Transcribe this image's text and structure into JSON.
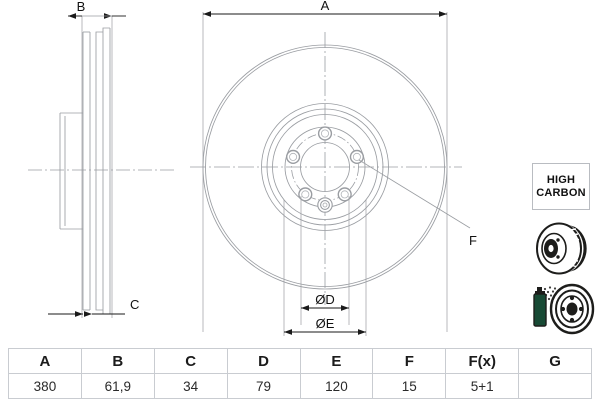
{
  "document": {
    "type": "technical-drawing",
    "subject": "brake-disc",
    "views": [
      "side-section-view",
      "front-view"
    ]
  },
  "dimensions": {
    "a_label": "A",
    "b_label": "B",
    "c_label": "C",
    "d_label": "ØD",
    "e_label": "ØE",
    "f_label": "F"
  },
  "spec_table": {
    "headers": [
      "A",
      "B",
      "C",
      "D",
      "E",
      "F",
      "F(x)",
      "G"
    ],
    "values": [
      "380",
      "61,9",
      "34",
      "79",
      "120",
      "15",
      "5+1",
      ""
    ]
  },
  "side_panel": {
    "badge": {
      "line1": "HIGH",
      "line2": "CARBON"
    },
    "icons": [
      {
        "name": "vented-disc-icon",
        "label": "vented brake disc"
      },
      {
        "name": "coated-disc-icon",
        "label": "corrosion protection coated disc"
      }
    ]
  },
  "colors": {
    "line": "#8c8f94",
    "line_dark": "#5a5d62",
    "text": "#111111",
    "table_border": "#c9ccd1",
    "icon_dark": "#1d1d1b",
    "icon_green": "#184a35",
    "background": "#ffffff"
  },
  "front_view": {
    "bolt_pattern": "5+1",
    "bolt_hole_count": 5,
    "center_pin_count": 1
  }
}
